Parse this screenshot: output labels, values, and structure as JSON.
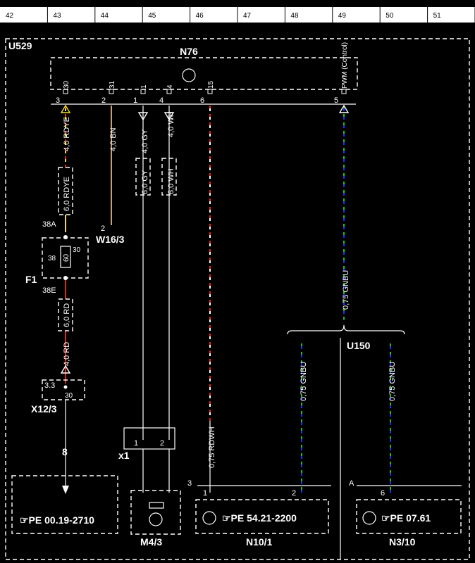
{
  "grid": [
    "42",
    "43",
    "44",
    "45",
    "46",
    "47",
    "48",
    "49",
    "50",
    "51"
  ],
  "modules": {
    "outer": "U529",
    "sub": "U150"
  },
  "n76": {
    "name": "N76",
    "pins": [
      {
        "num": "3",
        "term": "30"
      },
      {
        "num": "2",
        "term": "31"
      },
      {
        "num": "1",
        "term": "1"
      },
      {
        "num": "4",
        "term": "4"
      },
      {
        "num": "6",
        "term": "15"
      },
      {
        "num": "5",
        "term": "PWM (Control)"
      }
    ]
  },
  "wires": {
    "rdye_4": "4,0  RDYE",
    "rdye_6": "6,0  RDYE",
    "bn_4": "4,0  BN",
    "gy_4": "4,0  GY",
    "gy_6": "6,0  GY",
    "wh_4": "4,0  WH",
    "wh_6": "6,0  WH",
    "rd_6": "6,0  RD",
    "rd_4": "4,0  RD",
    "rdwh": "0,75  RDWH",
    "gnbu_main": "0,75  GNBU",
    "gnbu_n10": "0,75  GNBU",
    "gnbu_n3": "0,75  GNBU"
  },
  "w16": {
    "name": "W16/3",
    "pin": "2"
  },
  "f1": {
    "name": "F1",
    "top": "38A",
    "bottom": "38E",
    "left": "38",
    "right": "30",
    "rating": "60"
  },
  "x12": {
    "name": "X12/3",
    "pin_a": "3.3",
    "pin_b": "30"
  },
  "x1": {
    "name": "x1",
    "pin1": "1",
    "pin2": "2"
  },
  "wire8": "8",
  "boxes": {
    "pe_left": "☞PE  00.19-2710",
    "m4": "M4/3",
    "n10": {
      "name": "N10/1",
      "ref": "☞PE  54.21-2200",
      "pin_a": "1",
      "pin_b": "2",
      "conn": "3"
    },
    "n3": {
      "name": "N3/10",
      "ref": "☞PE  07.61",
      "pin": "6",
      "conn": "A"
    }
  },
  "colors": {
    "red": "#e8201a",
    "yellow": "#f0e020",
    "green": "#20c020",
    "blue": "#2030ff",
    "brown": "#e0b080"
  }
}
